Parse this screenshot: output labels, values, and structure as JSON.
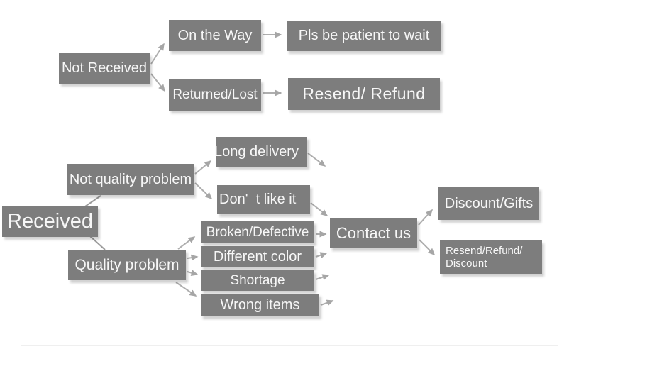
{
  "nodes": {
    "not_received": "Not Received",
    "on_the_way": "On the Way",
    "pls_wait": "Pls be patient to wait",
    "returned_lost": "Returned/Lost",
    "resend_refund": "Resend/ Refund",
    "received": "Received",
    "not_quality_problem": "Not quality problem",
    "quality_problem": "Quality problem",
    "long_delivery": "Long delivery",
    "dont_like_it": "Don'  t like it",
    "broken_defective": "Broken/Defective",
    "different_color": "Different color",
    "shortage": "Shortage",
    "wrong_items": "Wrong items",
    "contact_us": "Contact us",
    "discount_gifts": "Discount/Gifts",
    "resend_refund_discount": "Resend/Refund/\nDiscount"
  },
  "colors": {
    "box": "#7d7d7d",
    "text": "#f7f7f7",
    "arrow": "#aeaeae",
    "background": "#ffffff"
  }
}
